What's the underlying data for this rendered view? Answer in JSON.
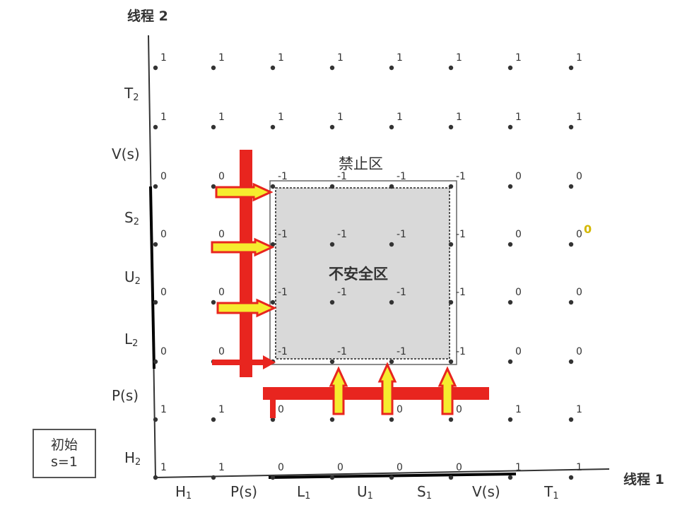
{
  "axes": {
    "x_title": "线程 1",
    "y_title": "线程 2",
    "x_labels": [
      {
        "name": "H",
        "sub": "1"
      },
      {
        "name": "P(s)",
        "sub": ""
      },
      {
        "name": "L",
        "sub": "1"
      },
      {
        "name": "U",
        "sub": "1"
      },
      {
        "name": "S",
        "sub": "1"
      },
      {
        "name": "V(s)",
        "sub": ""
      },
      {
        "name": "T",
        "sub": "1"
      }
    ],
    "y_labels": [
      {
        "name": "H",
        "sub": "2"
      },
      {
        "name": "P(s)",
        "sub": ""
      },
      {
        "name": "L",
        "sub": "2"
      },
      {
        "name": "U",
        "sub": "2"
      },
      {
        "name": "S",
        "sub": "2"
      },
      {
        "name": "V(s)",
        "sub": ""
      },
      {
        "name": "T",
        "sub": "2"
      }
    ]
  },
  "zones": {
    "forbidden_label": "禁止区",
    "unsafe_label": "不安全区"
  },
  "initial": {
    "line1": "初始",
    "line2": "s=1"
  },
  "grid_values": [
    [
      "1",
      "1",
      "0",
      "0",
      "0",
      "0",
      "1",
      "1"
    ],
    [
      "1",
      "1",
      "0",
      "0",
      "0",
      "0",
      "1",
      "1"
    ],
    [
      "0",
      "0",
      "-1",
      "-1",
      "-1",
      "-1",
      "0",
      "0"
    ],
    [
      "0",
      "0",
      "-1",
      "-1",
      "-1",
      "-1",
      "0",
      "0"
    ],
    [
      "0",
      "0",
      "-1",
      "-1",
      "-1",
      "-1",
      "0",
      "0"
    ],
    [
      "0",
      "0",
      "-1",
      "-1",
      "-1",
      "-1",
      "0",
      "0"
    ],
    [
      "1",
      "1",
      "1",
      "1",
      "1",
      "1",
      "1",
      "1"
    ],
    [
      "1",
      "1",
      "1",
      "1",
      "1",
      "1",
      "1",
      "1"
    ]
  ],
  "highlight_value": "0",
  "colors": {
    "arrow_red": "#e8251f",
    "arrow_yellow": "#f6ec2e",
    "forbidden_fill": "#d9d9d9",
    "axis": "#333333",
    "highlight_text": "#d4b800"
  }
}
